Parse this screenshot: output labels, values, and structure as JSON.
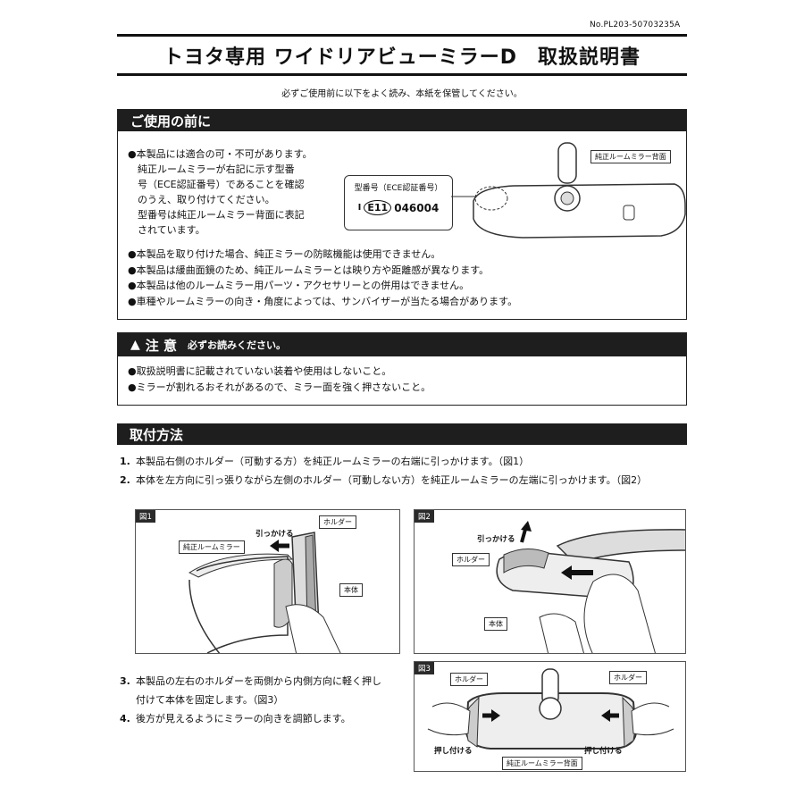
{
  "doc_number": "No.PL203-50703235A",
  "title": "トヨタ専用 ワイドリアビューミラーD　取扱説明書",
  "notice": "必ずご使用前に以下をよく読み、本紙を保管してください。",
  "before_use": {
    "heading": "ご使用の前に",
    "paragraph_lines": [
      "●本製品には適合の可・不可があります。",
      "　純正ルームミラーが右記に示す型番",
      "　号（ECE認証番号）であることを確認",
      "　のうえ、取り付けてください。",
      "　型番号は純正ルームミラー背面に表記",
      "　されています。"
    ],
    "model_label": "型番号（ECE認証番号）",
    "model_prefix": "I",
    "model_mark": "E11",
    "model_code": "046004",
    "mirror_back_label": "純正ルームミラー背面",
    "bullets": [
      "本製品を取り付けた場合、純正ミラーの防眩機能は使用できません。",
      "本製品は緩曲面鏡のため、純正ルームミラーとは映り方や距離感が異なります。",
      "本製品は他のルームミラー用パーツ・アクセサリーとの併用はできません。",
      "車種やルームミラーの向き・角度によっては、サンバイザーが当たる場合があります。"
    ]
  },
  "caution": {
    "heading": "注 意",
    "subheading": "必ずお読みください。",
    "bullets": [
      "取扱説明書に記載されていない装着や使用はしないこと。",
      "ミラーが割れるおそれがあるので、ミラー面を強く押さないこと。"
    ]
  },
  "install": {
    "heading": "取付方法",
    "steps": [
      {
        "num": "1.",
        "text": "本製品右側のホルダー（可動する方）を純正ルームミラーの右端に引っかけます。（図1）"
      },
      {
        "num": "2.",
        "text": "本体を左方向に引っ張りながら左側のホルダー（可動しない方）を純正ルームミラーの左端に引っかけます。（図2）"
      }
    ],
    "steps_lower": [
      {
        "num": "3.",
        "line1": "本製品の左右のホルダーを両側から内側方向に軽く押し",
        "line2": "付けて本体を固定します。（図3）"
      },
      {
        "num": "4.",
        "line1": "後方が見えるようにミラーの向きを調節します。"
      }
    ]
  },
  "figures": {
    "fig1": {
      "tag": "図1",
      "hook": "引っかける",
      "holder": "ホルダー",
      "genuine_mirror": "純正ルームミラー",
      "body": "本体"
    },
    "fig2": {
      "tag": "図2",
      "hook": "引っかける",
      "holder": "ホルダー",
      "body": "本体"
    },
    "fig3": {
      "tag": "図3",
      "holder_left": "ホルダー",
      "holder_right": "ホルダー",
      "push_left": "押し付ける",
      "push_right": "押し付ける",
      "mirror_back": "純正ルームミラー背面"
    }
  }
}
